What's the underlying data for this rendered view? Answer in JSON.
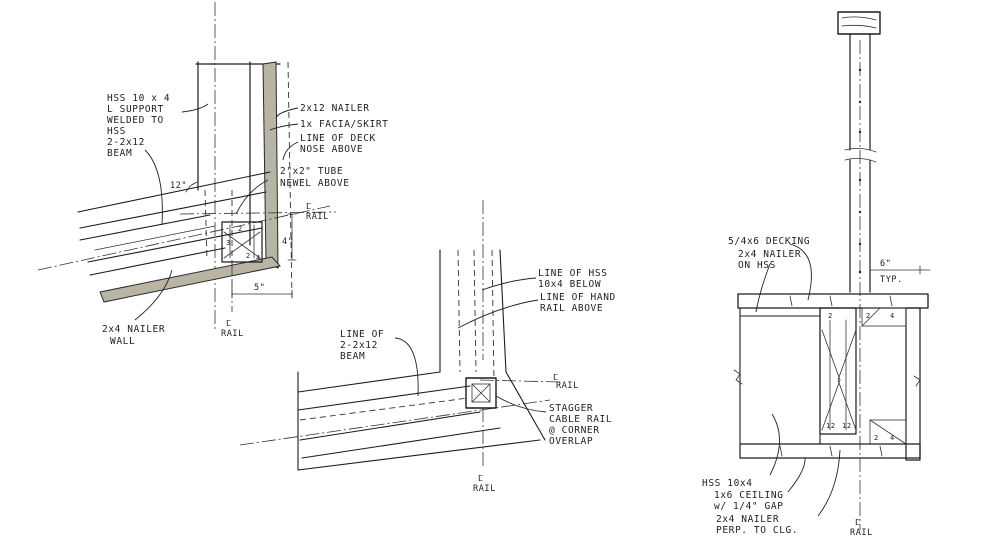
{
  "detail_left": {
    "label_hss_support": [
      "HSS 10 x 4",
      "L SUPPORT",
      "WELDED TO",
      "HSS"
    ],
    "label_beam": [
      "2-2x12",
      "BEAM"
    ],
    "label_nailer_right": "2x12 NAILER",
    "label_fascia": "1x FACIA/SKIRT",
    "label_deck_nose": [
      "LINE OF DECK",
      "NOSE ABOVE"
    ],
    "label_newel": [
      "2\"x2\" TUBE",
      "NEWEL ABOVE"
    ],
    "label_angle": "12\"",
    "label_rail_right": [
      "ⵎ",
      "RAIL"
    ],
    "label_dim_vertical": "4\"",
    "label_dim_bottom": "5\"",
    "label_rail_bottom": [
      "ⵎ",
      "RAIL"
    ],
    "label_nailer_wall": [
      "2x4 NAILER",
      "WALL"
    ],
    "post_marks": [
      "2",
      "3",
      "2",
      "4"
    ]
  },
  "detail_middle": {
    "label_hss_below": [
      "LINE OF HSS",
      "10x4 BELOW"
    ],
    "label_hand_rail": [
      "LINE OF HAND",
      "RAIL ABOVE"
    ],
    "label_beam": [
      "LINE OF",
      "2-2x12",
      "BEAM"
    ],
    "label_rail_right": [
      "ⵎ",
      "RAIL"
    ],
    "label_cable_rail": [
      "STAGGER",
      "CABLE RAIL",
      "@ CORNER",
      "OVERLAP"
    ],
    "label_rail_bottom": [
      "ⵎ",
      "RAIL"
    ]
  },
  "detail_right": {
    "label_decking": "5/4x6 DECKING",
    "label_nailer_hss": [
      "2x4 NAILER",
      "ON HSS"
    ],
    "label_dim": [
      "6\"",
      "TYP."
    ],
    "label_hss": "HSS 10x4",
    "label_ceiling": [
      "1x6 CEILING",
      "w/ 1/4\" GAP"
    ],
    "label_nailer_perp": [
      "2x4 NAILER",
      "PERP. TO CLG."
    ],
    "label_rail_bottom": [
      "ⵎ",
      "RAIL"
    ],
    "post_marks": [
      "2",
      "2",
      "4",
      "12",
      "12",
      "2",
      "4"
    ]
  }
}
